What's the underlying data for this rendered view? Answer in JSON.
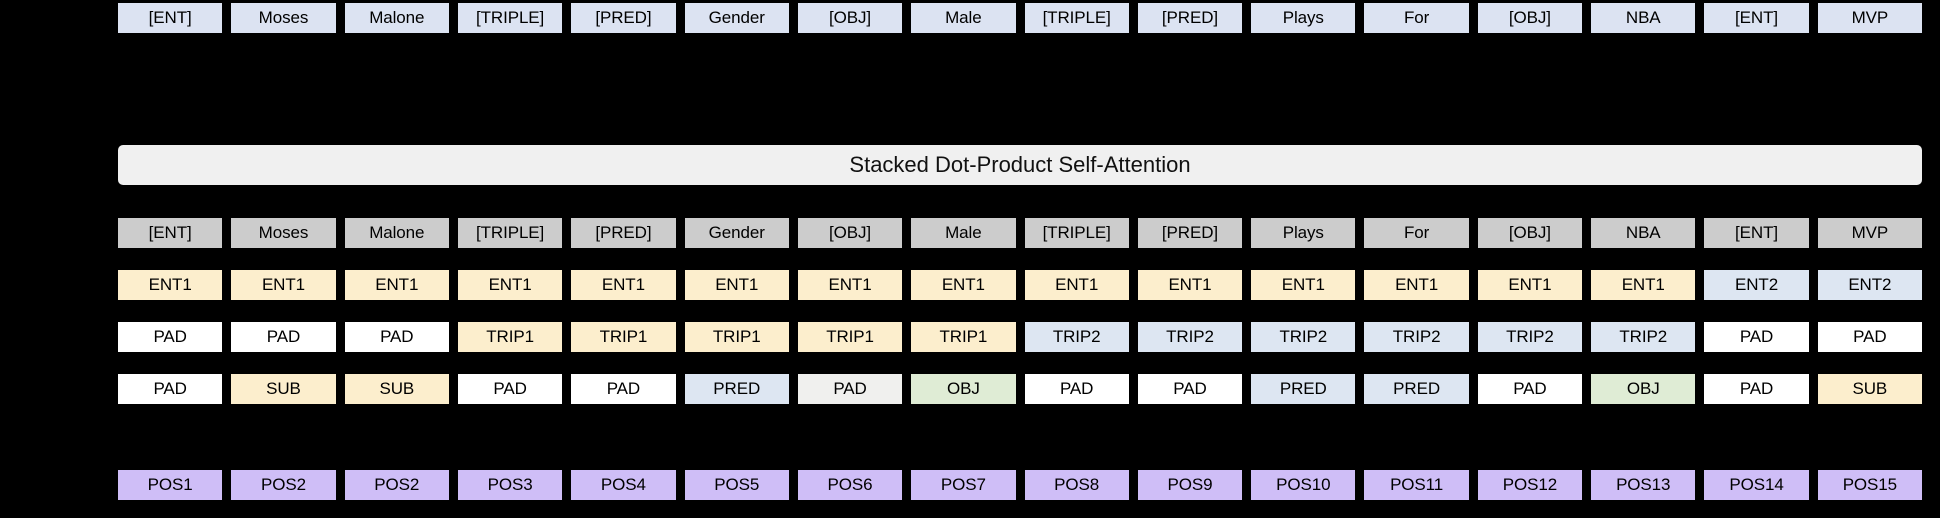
{
  "attention": {
    "title": "Stacked Dot-Product Self-Attention"
  },
  "colors": {
    "input_token": "#dce3f2",
    "token": "#cccccc",
    "entity1": "#fceecd",
    "entity2": "#dde6f2",
    "triple1": "#fceecd",
    "triple2": "#dde6f2",
    "pad": "#ffffff",
    "pad_alt": "#f0f0ee",
    "subject": "#fceecd",
    "predicate": "#dde6f2",
    "object": "#dfecd5",
    "position": "#cfbef7",
    "background": "#000000",
    "attention_bar": "#f0f0f0"
  },
  "rows": {
    "input": {
      "name": "input-tokens",
      "cells": [
        {
          "label": "[ENT]",
          "color": "c-input"
        },
        {
          "label": "Moses",
          "color": "c-input"
        },
        {
          "label": "Malone",
          "color": "c-input"
        },
        {
          "label": "[TRIPLE]",
          "color": "c-input"
        },
        {
          "label": "[PRED]",
          "color": "c-input"
        },
        {
          "label": "Gender",
          "color": "c-input"
        },
        {
          "label": "[OBJ]",
          "color": "c-input"
        },
        {
          "label": "Male",
          "color": "c-input"
        },
        {
          "label": "[TRIPLE]",
          "color": "c-input"
        },
        {
          "label": "[PRED]",
          "color": "c-input"
        },
        {
          "label": "Plays",
          "color": "c-input"
        },
        {
          "label": "For",
          "color": "c-input"
        },
        {
          "label": "[OBJ]",
          "color": "c-input"
        },
        {
          "label": "NBA",
          "color": "c-input"
        },
        {
          "label": "[ENT]",
          "color": "c-input"
        },
        {
          "label": "MVP",
          "color": "c-input"
        }
      ]
    },
    "tokens": {
      "name": "embedding-tokens",
      "cells": [
        {
          "label": "[ENT]",
          "color": "c-gray"
        },
        {
          "label": "Moses",
          "color": "c-gray"
        },
        {
          "label": "Malone",
          "color": "c-gray"
        },
        {
          "label": "[TRIPLE]",
          "color": "c-gray"
        },
        {
          "label": "[PRED]",
          "color": "c-gray"
        },
        {
          "label": "Gender",
          "color": "c-gray"
        },
        {
          "label": "[OBJ]",
          "color": "c-gray"
        },
        {
          "label": "Male",
          "color": "c-gray"
        },
        {
          "label": "[TRIPLE]",
          "color": "c-gray"
        },
        {
          "label": "[PRED]",
          "color": "c-gray"
        },
        {
          "label": "Plays",
          "color": "c-gray"
        },
        {
          "label": "For",
          "color": "c-gray"
        },
        {
          "label": "[OBJ]",
          "color": "c-gray"
        },
        {
          "label": "NBA",
          "color": "c-gray"
        },
        {
          "label": "[ENT]",
          "color": "c-gray"
        },
        {
          "label": "MVP",
          "color": "c-gray"
        }
      ]
    },
    "entity": {
      "name": "entity-embeddings",
      "cells": [
        {
          "label": "ENT1",
          "color": "c-cream"
        },
        {
          "label": "ENT1",
          "color": "c-cream"
        },
        {
          "label": "ENT1",
          "color": "c-cream"
        },
        {
          "label": "ENT1",
          "color": "c-cream"
        },
        {
          "label": "ENT1",
          "color": "c-cream"
        },
        {
          "label": "ENT1",
          "color": "c-cream"
        },
        {
          "label": "ENT1",
          "color": "c-cream"
        },
        {
          "label": "ENT1",
          "color": "c-cream"
        },
        {
          "label": "ENT1",
          "color": "c-cream"
        },
        {
          "label": "ENT1",
          "color": "c-cream"
        },
        {
          "label": "ENT1",
          "color": "c-cream"
        },
        {
          "label": "ENT1",
          "color": "c-cream"
        },
        {
          "label": "ENT1",
          "color": "c-cream"
        },
        {
          "label": "ENT1",
          "color": "c-cream"
        },
        {
          "label": "ENT2",
          "color": "c-blue"
        },
        {
          "label": "ENT2",
          "color": "c-blue"
        }
      ]
    },
    "triple": {
      "name": "triple-embeddings",
      "cells": [
        {
          "label": "PAD",
          "color": "c-white"
        },
        {
          "label": "PAD",
          "color": "c-white"
        },
        {
          "label": "PAD",
          "color": "c-white"
        },
        {
          "label": "TRIP1",
          "color": "c-cream"
        },
        {
          "label": "TRIP1",
          "color": "c-cream"
        },
        {
          "label": "TRIP1",
          "color": "c-cream"
        },
        {
          "label": "TRIP1",
          "color": "c-cream"
        },
        {
          "label": "TRIP1",
          "color": "c-cream"
        },
        {
          "label": "TRIP2",
          "color": "c-blue"
        },
        {
          "label": "TRIP2",
          "color": "c-blue"
        },
        {
          "label": "TRIP2",
          "color": "c-blue"
        },
        {
          "label": "TRIP2",
          "color": "c-blue"
        },
        {
          "label": "TRIP2",
          "color": "c-blue"
        },
        {
          "label": "TRIP2",
          "color": "c-blue"
        },
        {
          "label": "PAD",
          "color": "c-white"
        },
        {
          "label": "PAD",
          "color": "c-white"
        }
      ]
    },
    "role": {
      "name": "role-embeddings",
      "cells": [
        {
          "label": "PAD",
          "color": "c-white"
        },
        {
          "label": "SUB",
          "color": "c-cream"
        },
        {
          "label": "SUB",
          "color": "c-cream"
        },
        {
          "label": "PAD",
          "color": "c-white"
        },
        {
          "label": "PAD",
          "color": "c-white"
        },
        {
          "label": "PRED",
          "color": "c-blue"
        },
        {
          "label": "PAD",
          "color": "c-offwhite"
        },
        {
          "label": "OBJ",
          "color": "c-green"
        },
        {
          "label": "PAD",
          "color": "c-white"
        },
        {
          "label": "PAD",
          "color": "c-white"
        },
        {
          "label": "PRED",
          "color": "c-blue"
        },
        {
          "label": "PRED",
          "color": "c-blue"
        },
        {
          "label": "PAD",
          "color": "c-white"
        },
        {
          "label": "OBJ",
          "color": "c-green"
        },
        {
          "label": "PAD",
          "color": "c-white"
        },
        {
          "label": "SUB",
          "color": "c-cream"
        }
      ]
    },
    "position": {
      "name": "position-embeddings",
      "cells": [
        {
          "label": "POS1",
          "color": "c-purple"
        },
        {
          "label": "POS2",
          "color": "c-purple"
        },
        {
          "label": "POS2",
          "color": "c-purple"
        },
        {
          "label": "POS3",
          "color": "c-purple"
        },
        {
          "label": "POS4",
          "color": "c-purple"
        },
        {
          "label": "POS5",
          "color": "c-purple"
        },
        {
          "label": "POS6",
          "color": "c-purple"
        },
        {
          "label": "POS7",
          "color": "c-purple"
        },
        {
          "label": "POS8",
          "color": "c-purple"
        },
        {
          "label": "POS9",
          "color": "c-purple"
        },
        {
          "label": "POS10",
          "color": "c-purple"
        },
        {
          "label": "POS11",
          "color": "c-purple"
        },
        {
          "label": "POS12",
          "color": "c-purple"
        },
        {
          "label": "POS13",
          "color": "c-purple"
        },
        {
          "label": "POS14",
          "color": "c-purple"
        },
        {
          "label": "POS15",
          "color": "c-purple"
        }
      ]
    }
  }
}
